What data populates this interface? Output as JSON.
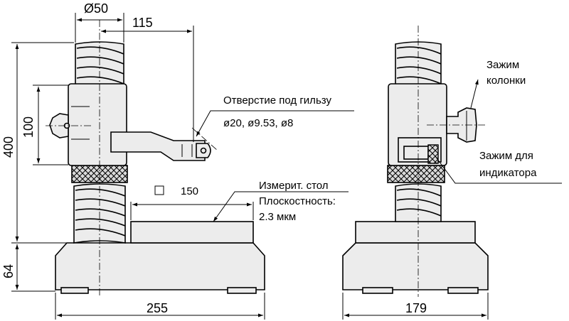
{
  "dimensions": {
    "d50": "Ø50",
    "d115": "115",
    "d100": "100",
    "d400": "400",
    "d64": "64",
    "d255": "255",
    "d179": "179",
    "d150": "150"
  },
  "labels": {
    "sleeve_hole_title": "Отверстие под гильзу",
    "sleeve_hole_sizes": "ø20, ø9.53, ø8",
    "table_line1": "Измерит. стол",
    "table_line2": "Плоскостность:",
    "table_line3": "2.3 мкм",
    "column_clamp_line1": "Зажим",
    "column_clamp_line2": "колонки",
    "indicator_clamp_line1": "Зажим для",
    "indicator_clamp_line2": "индикатора"
  },
  "colors": {
    "part_fill": "#ececec",
    "knurl_fill": "#d9d9d9",
    "line": "#000000"
  }
}
